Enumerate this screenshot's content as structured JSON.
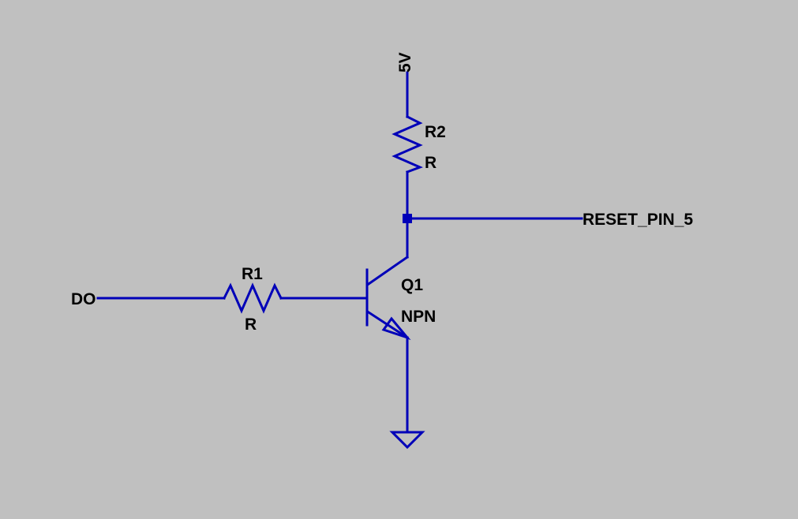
{
  "colors": {
    "background": "#c0c0c0",
    "wire": "#0000b8",
    "text": "#000000"
  },
  "nets": {
    "supply": "5V",
    "input": "DO",
    "output": "RESET_PIN_5"
  },
  "components": {
    "r1": {
      "ref": "R1",
      "value": "R"
    },
    "r2": {
      "ref": "R2",
      "value": "R"
    },
    "q1": {
      "ref": "Q1",
      "value": "NPN"
    }
  },
  "symbols": {
    "ground": "ground-icon",
    "junction": "junction-dot"
  }
}
